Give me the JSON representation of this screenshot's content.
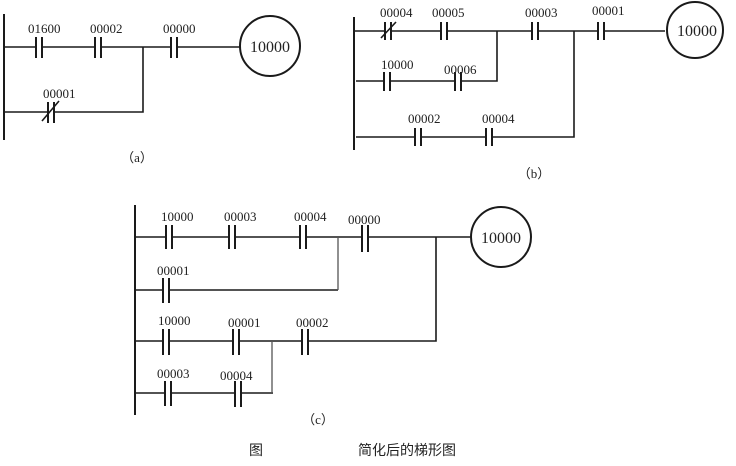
{
  "caption": {
    "figure_label": "图",
    "title": "简化后的梯形图"
  },
  "diagrams": {
    "a": {
      "sublabel": "（a）",
      "coil": "10000",
      "contacts": [
        "01600",
        "00002",
        "00000",
        "00001"
      ],
      "contact_types": [
        "NO",
        "NO",
        "NO",
        "NC"
      ]
    },
    "b": {
      "sublabel": "（b）",
      "coil": "10000",
      "contacts": [
        "00004",
        "00005",
        "00003",
        "00001",
        "10000",
        "00006",
        "00002",
        "00004"
      ],
      "contact_types": [
        "NC",
        "NO",
        "NO",
        "NO",
        "NO",
        "NO",
        "NO",
        "NO"
      ]
    },
    "c": {
      "sublabel": "（c）",
      "coil": "10000",
      "contacts": [
        "10000",
        "00003",
        "00004",
        "00000",
        "00001",
        "10000",
        "00001",
        "00002",
        "00003",
        "00004"
      ],
      "contact_types": [
        "NO",
        "NO",
        "NO",
        "NO",
        "NO",
        "NO",
        "NO",
        "NO",
        "NO",
        "NO"
      ]
    }
  }
}
